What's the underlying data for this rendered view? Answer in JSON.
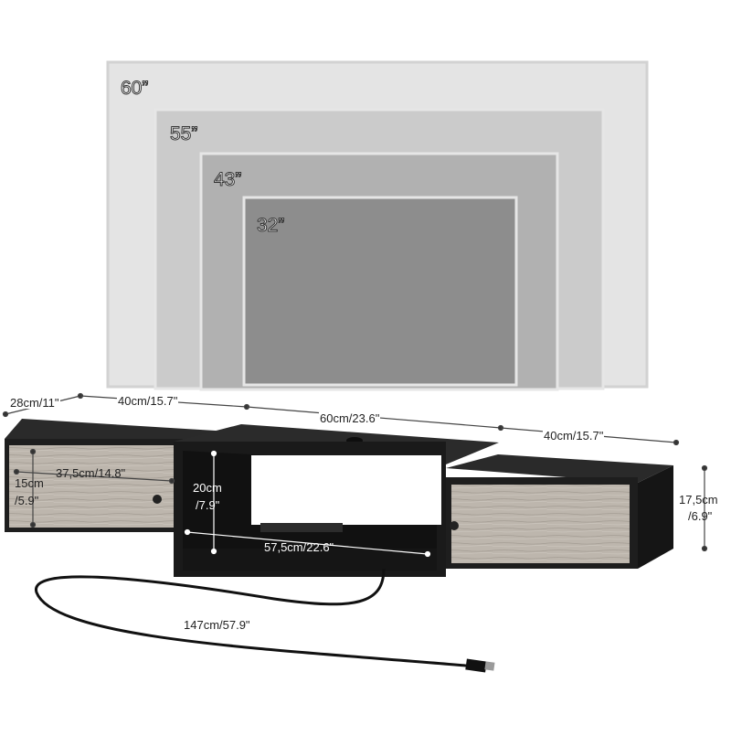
{
  "tv_sizes": [
    {
      "label": "60”"
    },
    {
      "label": "55”"
    },
    {
      "label": "43”"
    },
    {
      "label": "32”"
    }
  ],
  "dimensions": {
    "depth": "28cm/11\"",
    "left_width": "40cm/15.7\"",
    "center_width": "60cm/23.6\"",
    "right_width": "40cm/15.7\"",
    "height": "17,5cm\n/6.9\"",
    "height_line1": "17,5cm",
    "height_line2": "/6.9\"",
    "drawer_width": "37,5cm/14.8\"",
    "drawer_height_line1": "15cm",
    "drawer_height_line2": "/5.9\"",
    "open_height_line1": "20cm",
    "open_height_line2": "/7.9\"",
    "open_width": "57,5cm/22.6\"",
    "cord_length": "147cm/57.9\""
  },
  "colors": {
    "cabinet": "#1e1e1e",
    "wood": "#b9b2aa",
    "screen_fill": "#8a8a8a"
  }
}
